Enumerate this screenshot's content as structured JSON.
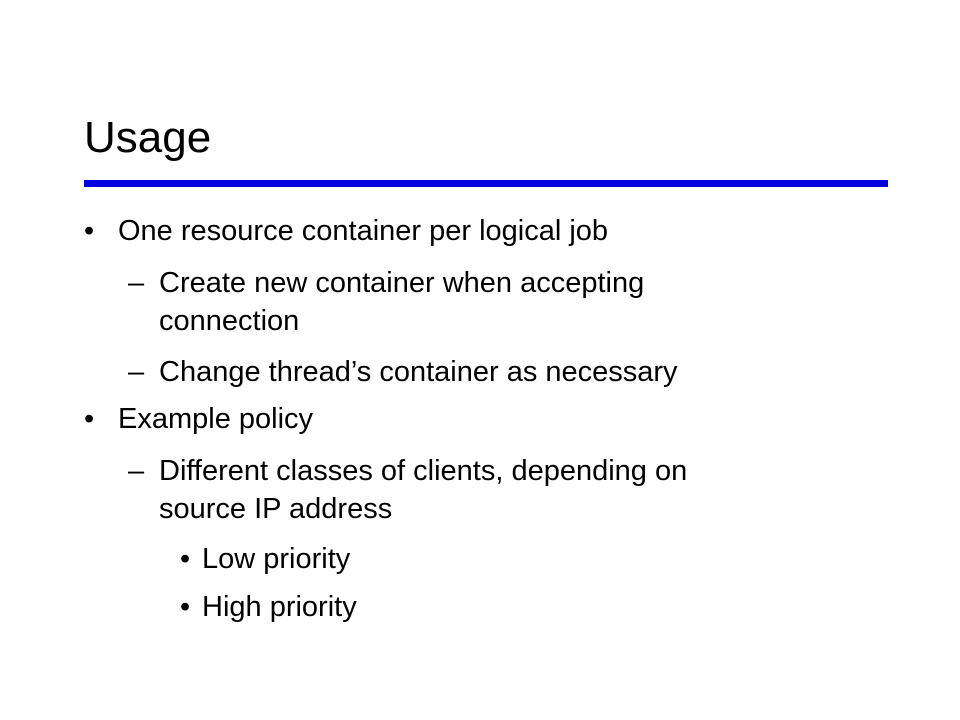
{
  "slide": {
    "title": "Usage",
    "accent_color": "#0000e0",
    "bullets": [
      {
        "marker": "•",
        "lines": [
          "One resource container per logical job"
        ]
      },
      {
        "marker": "–",
        "lines": [
          "Create new container when accepting",
          "connection"
        ]
      },
      {
        "marker": "–",
        "lines": [
          "Change thread’s container as necessary"
        ]
      },
      {
        "marker": "•",
        "lines": [
          "Example policy"
        ]
      },
      {
        "marker": "–",
        "lines": [
          "Different classes of clients, depending on",
          "source IP address"
        ]
      },
      {
        "marker": "•",
        "lines": [
          "Low priority"
        ]
      },
      {
        "marker": "•",
        "lines": [
          "High priority"
        ]
      }
    ]
  }
}
